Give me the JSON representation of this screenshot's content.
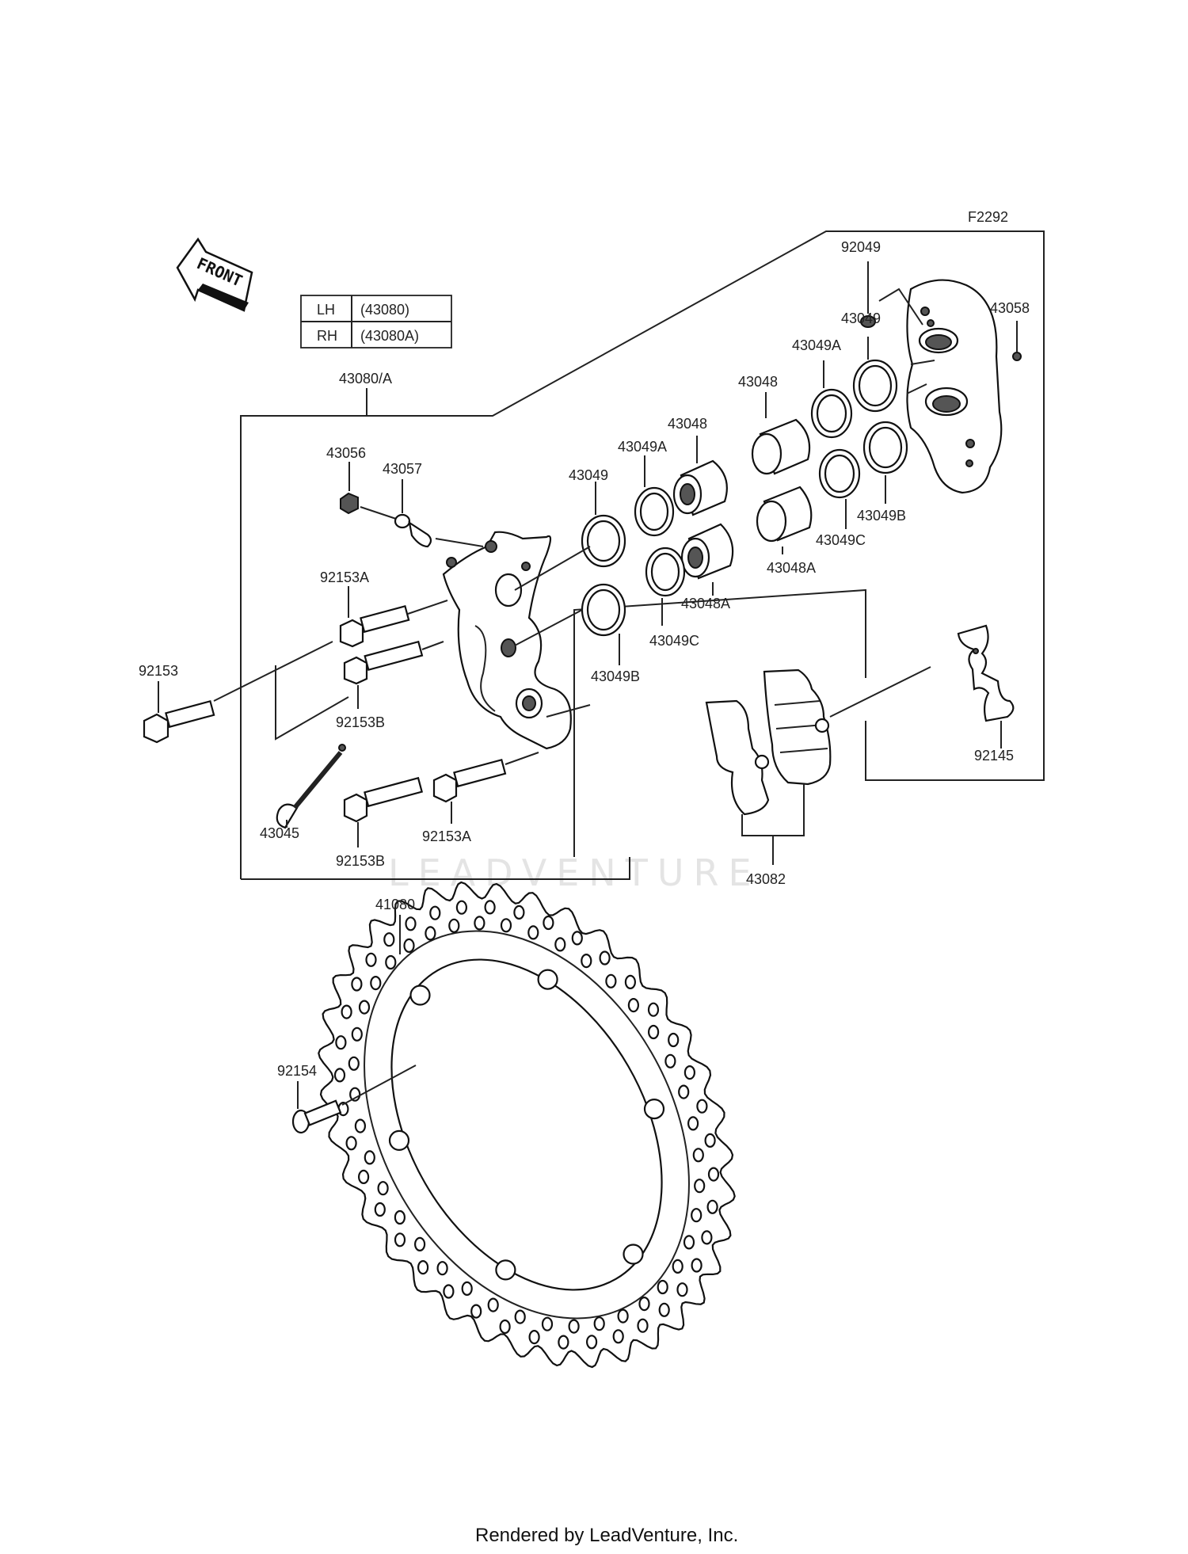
{
  "figure_code": "F2292",
  "direction_badge": "FRONT",
  "side_table": {
    "rows": [
      {
        "side": "LH",
        "part": "(43080)"
      },
      {
        "side": "RH",
        "part": "(43080A)"
      }
    ]
  },
  "watermark": "LEADVENTURE",
  "footer": "Rendered by LeadVenture, Inc.",
  "callouts": {
    "caliper_assembly": "43080/A",
    "bleeder_cap": "92049",
    "bleeder_valve": "43058",
    "seal_43049_top": "43049",
    "seal_43049A_top": "43049A",
    "seal_43049B_top": "43049B",
    "seal_43049C_top": "43049C",
    "piston_43048_top": "43048",
    "piston_43048A_top": "43048A",
    "piston_43048_mid": "43048",
    "seal_43049A_mid": "43049A",
    "piston_43048A_mid": "43048A",
    "seal_43049_left": "43049",
    "seal_43049C_left": "43049C",
    "seal_43049B_left": "43049B",
    "nut_43056": "43056",
    "fitting_43057": "43057",
    "bolt_92153A_top": "92153A",
    "bolt_92153": "92153",
    "bolt_92153B_mid": "92153B",
    "pin_43045": "43045",
    "bolt_92153B_low": "92153B",
    "bolt_92153A_low": "92153A",
    "pad_set_43082": "43082",
    "spring_92145": "92145",
    "disc_41080": "41080",
    "disc_bolt_92154": "92154"
  }
}
